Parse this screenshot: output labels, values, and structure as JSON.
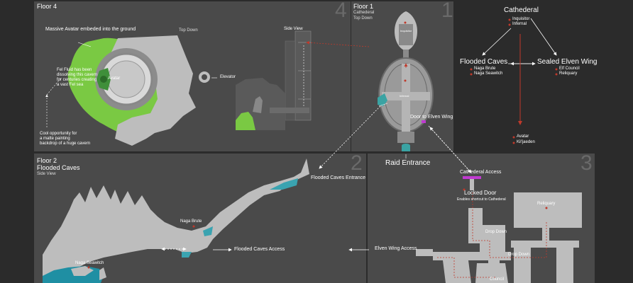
{
  "panels": {
    "floor4": {
      "title": "Floor 4",
      "number": "4",
      "view": "Top Down"
    },
    "floor1": {
      "title": "Floor 1",
      "subtitle": "Cathederal",
      "view": "Top Down",
      "number": "1"
    },
    "floor2": {
      "title": "Floor 2",
      "subtitle": "Flooded Caves",
      "view": "Side View",
      "number": "2"
    },
    "floor3": {
      "number": "3"
    }
  },
  "floor4": {
    "avatar_note": "Massive Avatar embeded into the ground",
    "fel_note": [
      "Fel Fluid has been",
      "dissolving this cavern",
      "for centuries creating",
      "a vast Fel sea"
    ],
    "avatar_label": "Avatar",
    "elevator_label": "Elevator",
    "cool_note": [
      "Cool opportunity for",
      "a matte painting",
      "backdrop of a huge cavern"
    ],
    "sideview_label": "Side View"
  },
  "floor1": {
    "inquisitor": "Inquisitor",
    "infernal": "Infernal",
    "door_elven": "Door to Elven Wing",
    "raid_entrance": "Raid Entrance"
  },
  "flow": {
    "top": "Cathederal",
    "top_items": [
      "Inquisitor",
      "Infernal"
    ],
    "left": "Flooded Caves",
    "left_items": [
      "Naga Brute",
      "Naga Seawitch"
    ],
    "right": "Sealed Elven Wing",
    "right_items": [
      "Elf Council",
      "Reliquary"
    ],
    "bottom_items": [
      "Avatar",
      "Kil'jaeden"
    ]
  },
  "floor2": {
    "entrance": "Flooded Caves Entrance",
    "naga_brute": "Naga Brute",
    "naga_seawitch": "Naga Seawitch",
    "access": "Flooded Caves Access"
  },
  "floor3": {
    "cathederal_access": "Cathederal Access",
    "locked_door": "Locked Door",
    "locked_door_note": "Enables shortcut to Cathederal",
    "reliquary": "Reliquary",
    "drop_down_1": "Drop Down",
    "drop_down_2": "Drop Down",
    "council": "Council",
    "elven_access": "Elven Wing Access"
  },
  "colors": {
    "panel": "#4a4a4a",
    "background": "#2b2b2b",
    "fel_green": "#7ac943",
    "water": "#1f8fa3",
    "rock": "#bdbdbd",
    "path_red": "#c0392b",
    "access_magenta": "#c03ad0"
  }
}
